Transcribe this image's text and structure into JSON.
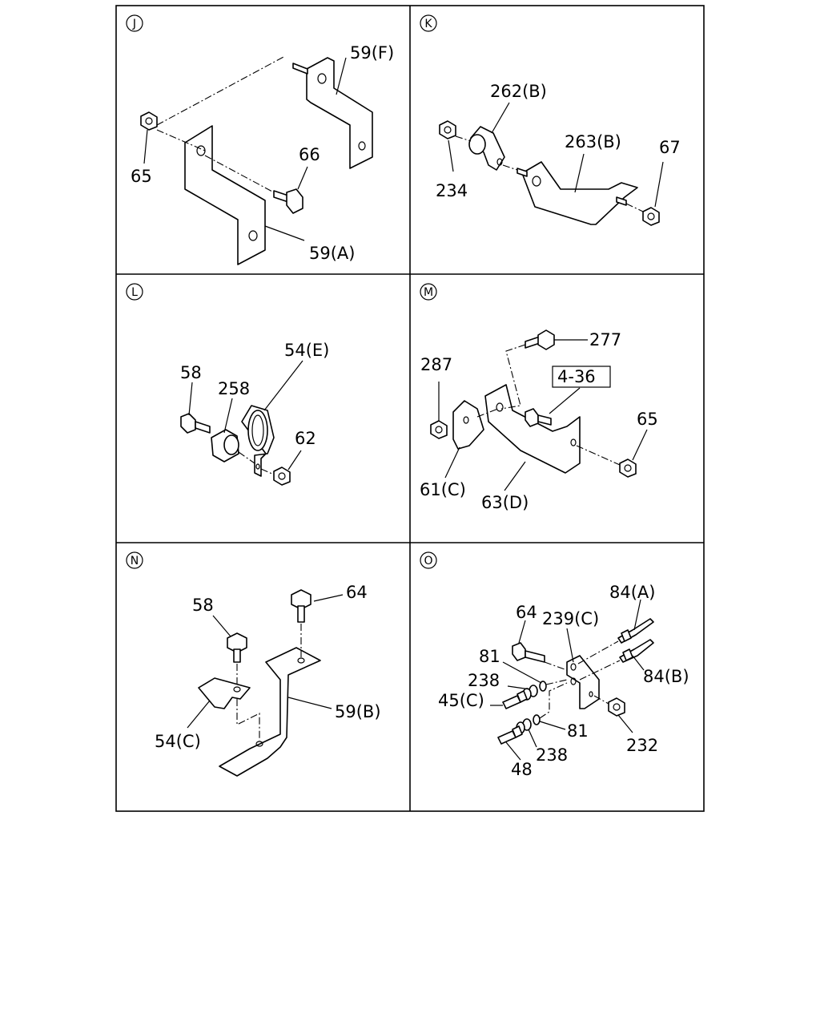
{
  "panels": [
    {
      "id": "J",
      "labels": [
        "59(F)",
        "65",
        "66",
        "59(A)"
      ]
    },
    {
      "id": "K",
      "labels": [
        "262(B)",
        "263(B)",
        "67",
        "234"
      ]
    },
    {
      "id": "L",
      "labels": [
        "54(E)",
        "58",
        "258",
        "62"
      ]
    },
    {
      "id": "M",
      "labels": [
        "277",
        "287",
        "4-36",
        "65",
        "61(C)",
        "63(D)"
      ]
    },
    {
      "id": "N",
      "labels": [
        "64",
        "58",
        "59(B)",
        "54(C)"
      ]
    },
    {
      "id": "O",
      "labels": [
        "64",
        "239(C)",
        "84(A)",
        "81",
        "84(B)",
        "238",
        "45(C)",
        "81",
        "232",
        "238",
        "48"
      ]
    }
  ]
}
